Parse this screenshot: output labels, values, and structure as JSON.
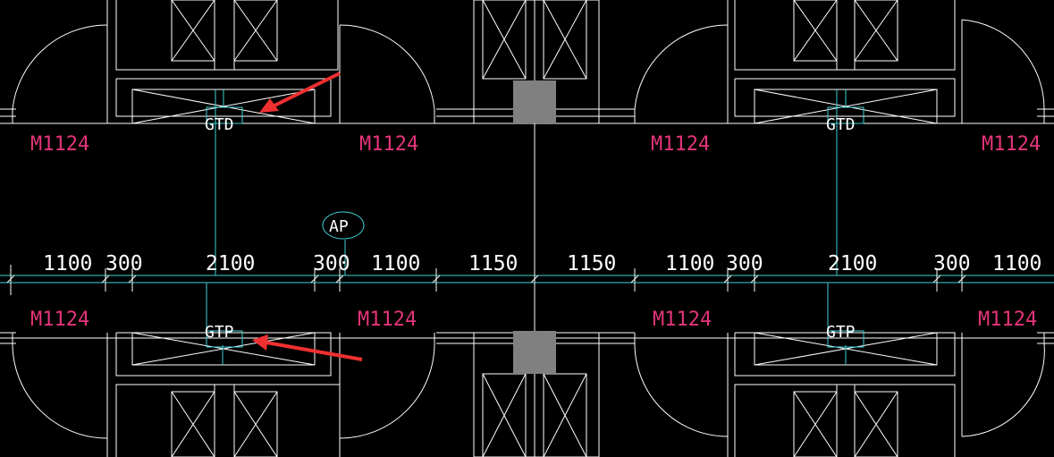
{
  "drawing": {
    "door_label": "M1124",
    "equipment": {
      "top_label": "GTD",
      "bottom_label": "GTP"
    },
    "ap_tag": "AP",
    "dimensions": [
      "1100",
      "300",
      "2100",
      "300",
      "1100",
      "1150",
      "1150",
      "1100",
      "300",
      "2100",
      "300",
      "1100"
    ]
  },
  "colors": {
    "background": "#000000",
    "lines": "#ffffff",
    "pipe": "#3fd0d4",
    "door_label": "#e5357a",
    "column": "#808080",
    "arrow": "#f03030"
  }
}
